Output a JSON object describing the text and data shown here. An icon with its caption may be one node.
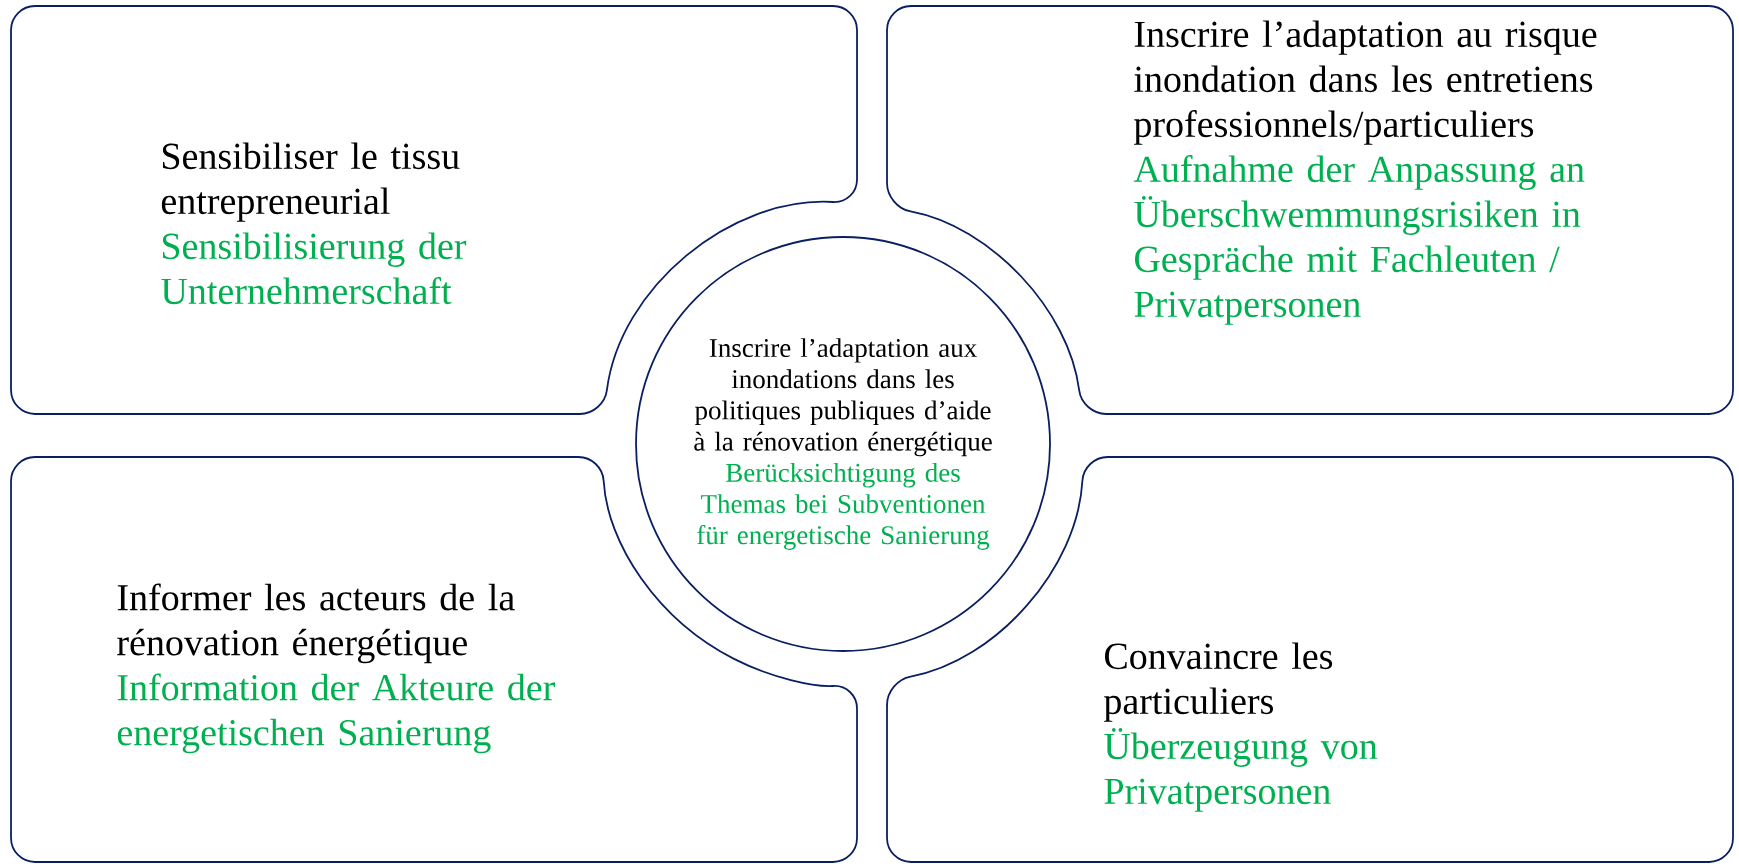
{
  "diagram": {
    "nodes": [
      {
        "text": [
          "Sensibiliser le tissu entrepreneurial",
          "Sensibilisierung der Unternehmerschaft"
        ]
      },
      {
        "text": [
          "Inscrire l’adaptation au risque inondation dans les entretiens professionnels/particuliers",
          "Aufnahme der Anpassung an Überschwemmungsrisiken in Gespräche mit Fachleuten / Privatpersonen"
        ]
      },
      {
        "text": [
          "Inscrire l’adaptation aux inondations dans les politiques publiques d’aide à la rénovation énergétique",
          "Berücksichtigung des Themas bei Subventionen für energetische Sanierung"
        ]
      },
      {
        "text": [
          "Informer les acteurs de la rénovation énergétique",
          "Information der Akteure der energetischen Sanierung"
        ]
      },
      {
        "text": [
          "Convaincre les particuliers",
          "Überzeugung von Privatpersonen"
        ]
      }
    ]
  }
}
